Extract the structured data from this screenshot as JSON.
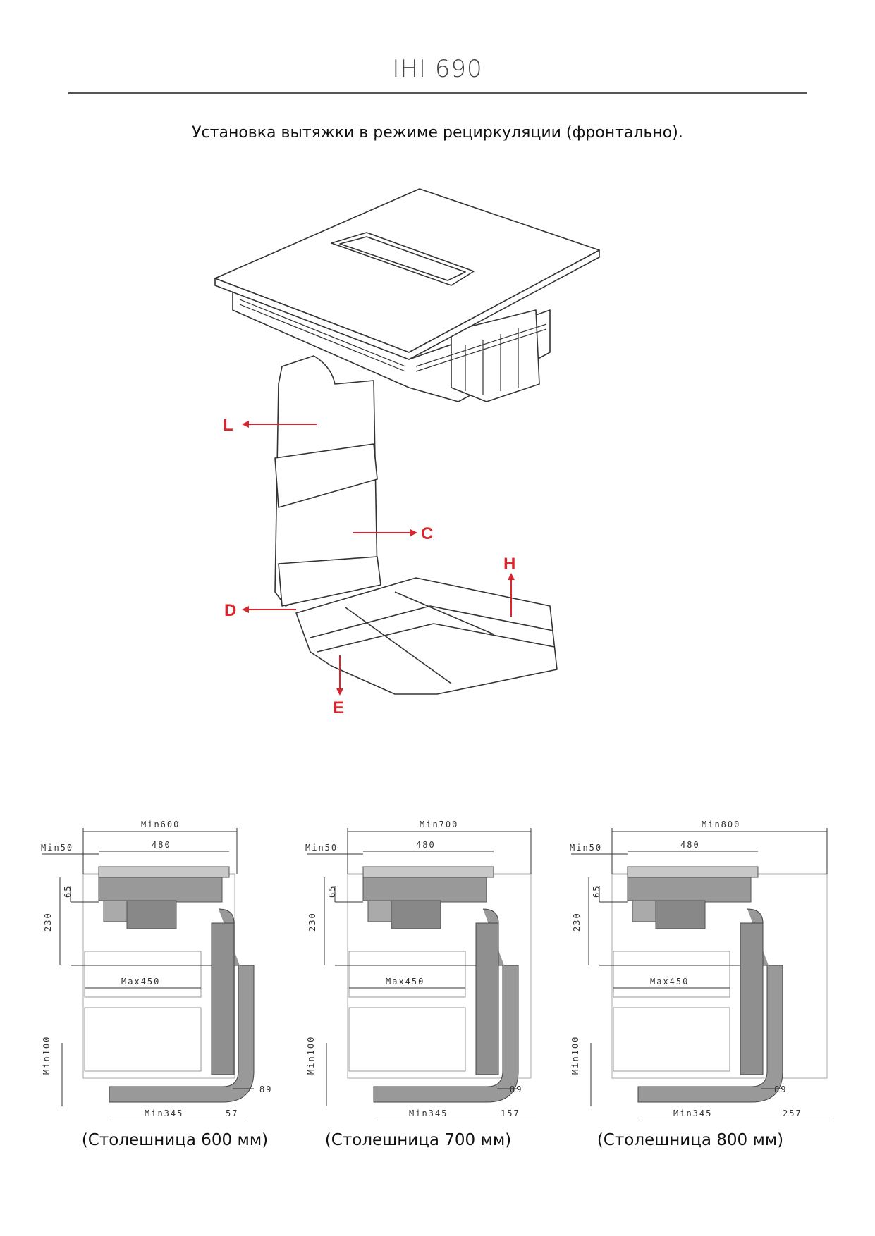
{
  "header": {
    "title": "IHI 690",
    "subtitle": "Установка вытяжки в режиме рециркуляции (фронтально)."
  },
  "iso": {
    "labels": {
      "L": "L",
      "C": "C",
      "H": "H",
      "D": "D",
      "E": "E"
    },
    "arrow_color": "#d9262e"
  },
  "schemes": [
    {
      "min_width": "Min600",
      "w480": "480",
      "min50": "Min50",
      "h65": "65",
      "h230": "230",
      "max450": "Max450",
      "min100": "Min100",
      "d89": "89",
      "min345": "Min345",
      "gap": "57",
      "caption": "(Столешница 600 мм)"
    },
    {
      "min_width": "Min700",
      "w480": "480",
      "min50": "Min50",
      "h65": "65",
      "h230": "230",
      "max450": "Max450",
      "min100": "Min100",
      "d89": "89",
      "min345": "Min345",
      "gap": "157",
      "caption": "(Столешница 700 мм)"
    },
    {
      "min_width": "Min800",
      "w480": "480",
      "min50": "Min50",
      "h65": "65",
      "h230": "230",
      "max450": "Max450",
      "min100": "Min100",
      "d89": "89",
      "min345": "Min345",
      "gap": "257",
      "caption": "(Столешница 800 мм)"
    }
  ]
}
